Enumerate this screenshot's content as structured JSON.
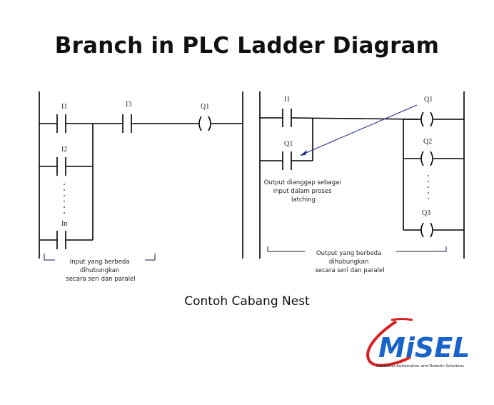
{
  "title": "Branch in PLC Ladder Diagram",
  "caption": "Contoh Cabang Nest",
  "left_diagram": {
    "labels": {
      "i1": "I1",
      "i2": "I2",
      "in": "In",
      "i3": "I3",
      "q1": "Q1"
    },
    "note_lines": [
      "Input yang berbeda",
      "dihubungkan",
      "secara seri dan paralel"
    ]
  },
  "right_diagram": {
    "labels": {
      "i1": "I1",
      "q1_contact": "Q1",
      "q1": "Q1",
      "q2": "Q2",
      "q3": "Q3"
    },
    "latch_note_lines": [
      "Output dianggap sebagai",
      "input dalam proses",
      "latching"
    ],
    "note_lines": [
      "Output yang berbeda",
      "dihubungkan",
      "secara seri dan paralel"
    ]
  },
  "logo": {
    "name": "MiSEL",
    "tagline": "Industrial Automation and Robotic Solutions",
    "colors": {
      "blue": "#1a63c9",
      "red": "#d62020"
    }
  }
}
